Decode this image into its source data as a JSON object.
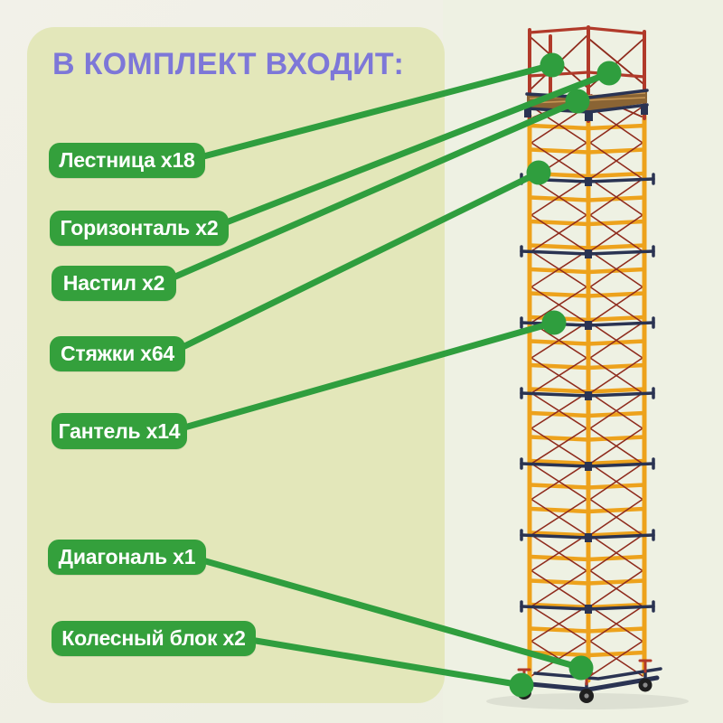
{
  "header": {
    "title": "В КОМПЛЕКТ ВХОДИТ:"
  },
  "callouts": [
    {
      "id": "ladder",
      "label": "Лестница x18"
    },
    {
      "id": "horizontal",
      "label": "Горизонталь x2"
    },
    {
      "id": "deck",
      "label": "Настил x2"
    },
    {
      "id": "ties",
      "label": "Стяжки x64"
    },
    {
      "id": "dumbbell",
      "label": "Гантель x14"
    },
    {
      "id": "diagonal",
      "label": "Диагональ x1"
    },
    {
      "id": "wheel-block",
      "label": "Колесный блок x2"
    }
  ],
  "illustration": {
    "name": "scaffold-tower"
  },
  "colors": {
    "accent_green": "#2f9e3e",
    "label_green": "#34a03c",
    "heading_purple": "#7d77d8",
    "panel": "#e3e7ba",
    "photo_bg": "#eef1e3",
    "frame_orange": "#eda21c",
    "frame_red": "#b13a2a",
    "tie_red": "#8f2b1d",
    "navy": "#2a3352",
    "wood": "#8a6434"
  }
}
